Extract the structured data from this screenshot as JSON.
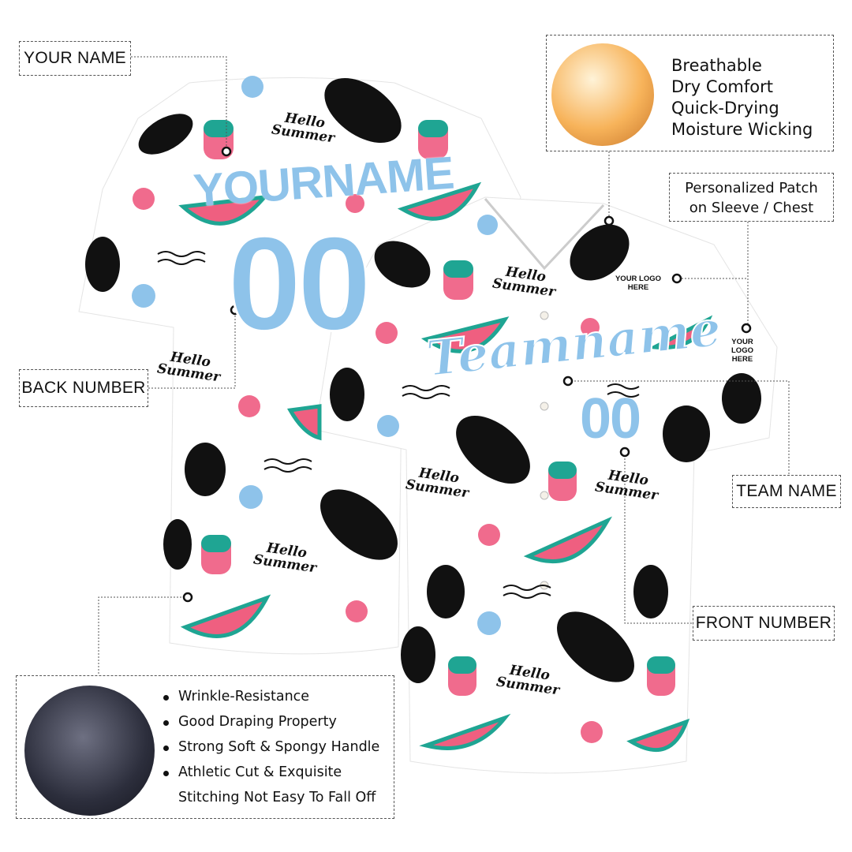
{
  "labels": {
    "your_name": "YOUR NAME",
    "back_number": "BACK NUMBER",
    "team_name": "TEAM NAME",
    "front_number": "FRONT NUMBER",
    "patch": [
      "Personalized Patch",
      "on Sleeve / Chest"
    ]
  },
  "fabric_features": [
    "Breathable",
    "Dry Comfort",
    "Quick-Drying",
    "Moisture Wicking"
  ],
  "material_features": [
    "Wrinkle-Resistance",
    "Good Draping Property",
    "Strong Soft & Spongy Handle",
    "Athletic Cut & Exquisite",
    "Stitching Not Easy To Fall Off"
  ],
  "jersey": {
    "back_name": "YOURNAME",
    "back_number": "00",
    "team_name": "Teamname",
    "front_number": "00",
    "pattern_text": [
      "Hello",
      "Summer"
    ],
    "logo_patch": "YOUR LOGO HERE",
    "colors": {
      "base": "#ffffff",
      "accent": "#8ec3ea",
      "leaf": "#111111",
      "watermelon": "#ef5f80",
      "rind": "#1fa593"
    }
  }
}
